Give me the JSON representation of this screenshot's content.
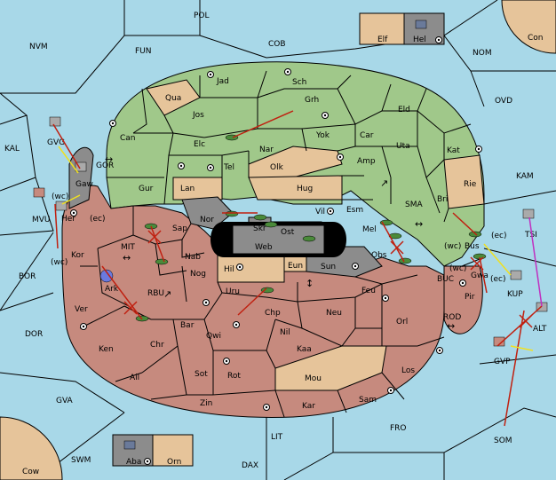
{
  "colors": {
    "sea": "#a8d8e8",
    "green_power": "#a0c88a",
    "tan_power": "#e6c49a",
    "brown_power": "#c68a7e",
    "neutral_grey": "#8c8c8c",
    "order_move": "#c02010",
    "order_support": "#f0e020",
    "order_convoy": "#c030c0"
  },
  "sea_labels": {
    "pol": "POL",
    "nvm": "NVM",
    "fun": "FUN",
    "cob": "COB",
    "nom": "NOM",
    "con": "Con",
    "ovd": "OVD",
    "kal": "KAL",
    "gvg": "GVG",
    "gor": "GOR",
    "mvu": "MVU",
    "wc1": "(wc)",
    "kam": "KAM",
    "sma": "SMA",
    "mit": "MIT",
    "bor": "BOR",
    "rbu": "RBU",
    "buc": "BUC",
    "kup": "KUP",
    "tsi": "TSI",
    "rod": "ROD",
    "dor": "DOR",
    "alt": "ALT",
    "gvp": "GVP",
    "gva": "GVA",
    "fro": "FRO",
    "som": "SOM",
    "lit": "LIT",
    "swm": "SWM",
    "dax": "DAX",
    "cow": "Cow"
  },
  "land_labels": {
    "jad": "Jad",
    "sch": "Sch",
    "qua": "Qua",
    "jos": "Jos",
    "grh": "Grh",
    "eld": "Eld",
    "can": "Can",
    "yok": "Yok",
    "car": "Car",
    "uta": "Uta",
    "kat": "Kat",
    "elc": "Elc",
    "nar": "Nar",
    "amp": "Amp",
    "tel": "Tel",
    "olk": "Olk",
    "rie": "Rie",
    "gur": "Gur",
    "lan": "Lan",
    "hug": "Hug",
    "bri": "Bri",
    "vil": "Vil",
    "esm": "Esm",
    "nor": "Nor",
    "skr": "Skr",
    "sap": "Sap",
    "ost": "Ost",
    "web": "Web",
    "mel": "Mel",
    "bus": "Bus",
    "ec1": "(ec)",
    "ec2": "(ec)",
    "wc2": "(wc)",
    "nab": "Nab",
    "hil": "Hil",
    "eun": "Eun",
    "sun": "Sun",
    "obs": "Obs",
    "gwa": "Gwa",
    "ec3": "(ec)",
    "kor": "Kor",
    "wc3": "(wc)",
    "wc4": "(wc)",
    "nog": "Nog",
    "pir": "Pir",
    "ark": "Ark",
    "uru": "Uru",
    "feu": "Feu",
    "ver": "Ver",
    "chp": "Chp",
    "neu": "Neu",
    "orl": "Orl",
    "bar": "Bar",
    "qwi": "Qwi",
    "nil": "Nil",
    "ken": "Ken",
    "chr": "Chr",
    "kaa": "Kaa",
    "sot": "Sot",
    "rot": "Rot",
    "ail": "Ail",
    "mou": "Mou",
    "los": "Los",
    "zin": "Zin",
    "kar": "Kar",
    "sam": "Sam",
    "her": "Her",
    "gaw": "Gaw",
    "elf": "Elf",
    "hel": "Hel",
    "aba": "Aba",
    "orn": "Orn"
  }
}
